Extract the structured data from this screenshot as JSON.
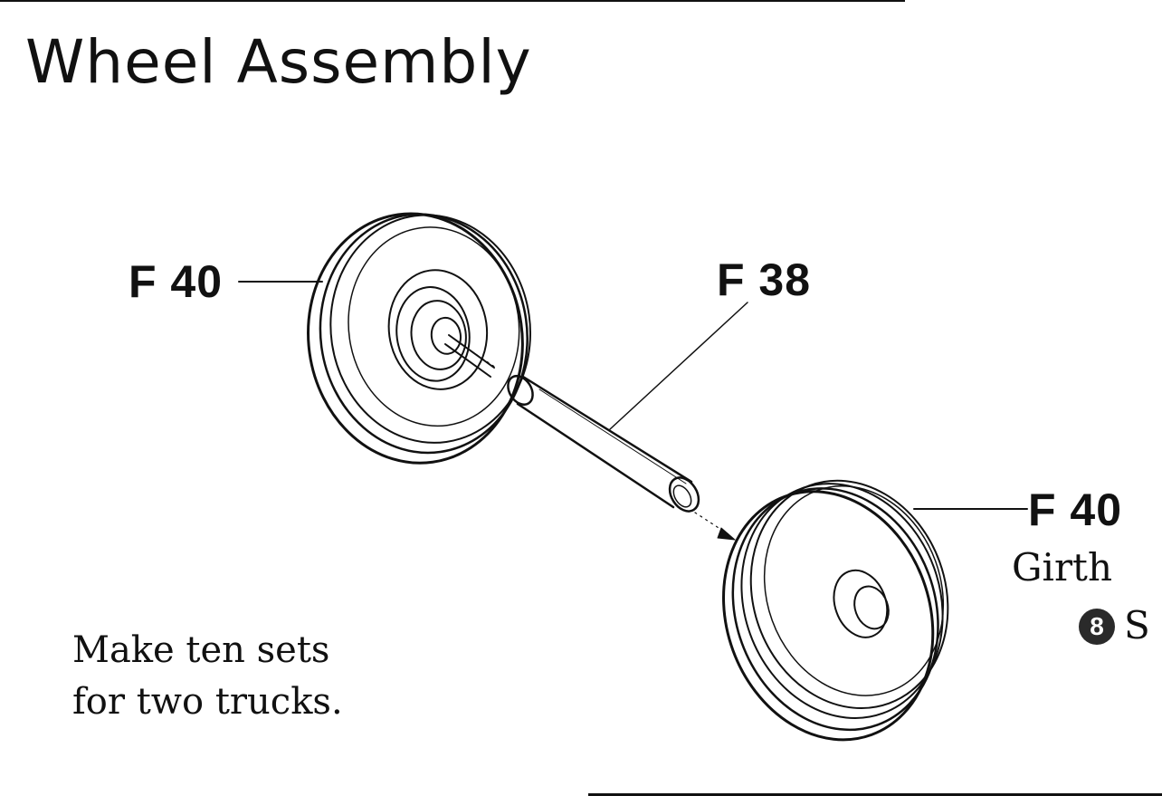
{
  "title": "Wheel Assembly",
  "parts": {
    "wheel_left": "F 40",
    "axle": "F 38",
    "wheel_right": "F 40"
  },
  "side_note": {
    "word": "Girth",
    "badge_number": "8",
    "badge_text_fragment": "S"
  },
  "instruction": {
    "line1": "Make ten sets",
    "line2": "for two trucks."
  }
}
